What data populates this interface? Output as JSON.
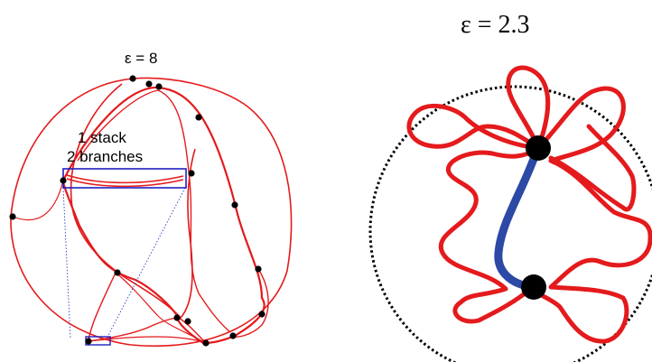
{
  "left_panel": {
    "epsilon_label": "ε = 8",
    "inset_label_line1": "1 stack",
    "inset_label_line2": "2 branches"
  },
  "right_panel": {
    "epsilon_label": "ε = 2.3"
  },
  "colors": {
    "curve": "#e41a1c",
    "highlight_box": "#1f1fbf",
    "connector": "#2d49a6",
    "guide": "#2b3fbf",
    "node": "#000000",
    "boundary": "#000000"
  }
}
